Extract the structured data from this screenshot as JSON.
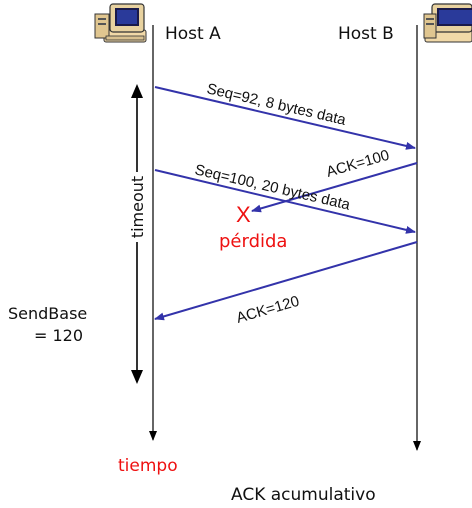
{
  "hosts": {
    "a_label": "Host A",
    "b_label": "Host B"
  },
  "messages": {
    "seg1": "Seq=92, 8 bytes data",
    "ack1": "ACK=100",
    "seg2": "Seq=100, 20 bytes data",
    "ack2": "ACK=120"
  },
  "loss": {
    "mark": "X",
    "label": "pérdida"
  },
  "timer": {
    "label": "timeout"
  },
  "sendbase": {
    "line1": "SendBase",
    "line2": "= 120"
  },
  "axis": {
    "time_label": "tiempo"
  },
  "caption": "ACK acumulativo",
  "colors": {
    "arrow": "#3333aa",
    "loss": "#ee1111",
    "line": "#000000"
  },
  "icons": [
    "computer-icon",
    "computer-icon"
  ]
}
